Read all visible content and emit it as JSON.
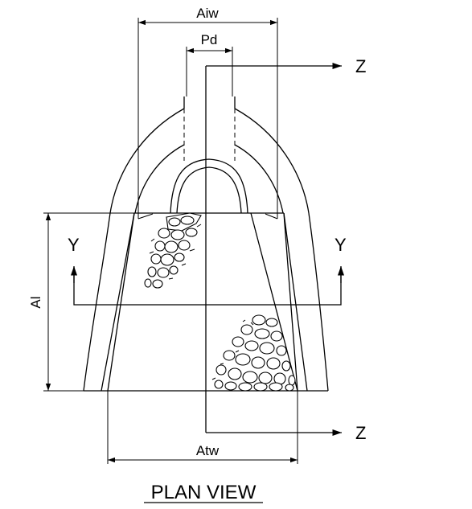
{
  "labels": {
    "top_width": "Aiw",
    "pipe_diameter": "Pd",
    "length": "Al",
    "bottom_width": "Atw",
    "section_z_top": "Z",
    "section_z_bottom": "Z",
    "section_y_left": "Y",
    "section_y_right": "Y",
    "title": "PLAN VIEW"
  }
}
